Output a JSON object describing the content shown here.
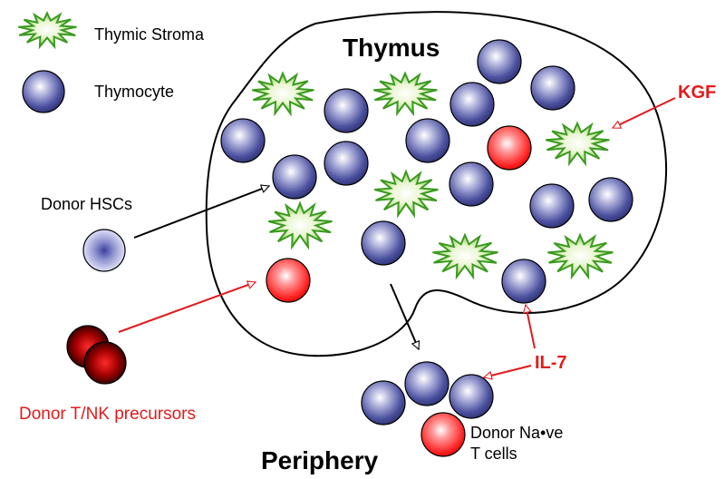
{
  "legend": {
    "stroma_label": "Thymic Stroma",
    "thymocyte_label": "Thymocyte"
  },
  "labels": {
    "thymus": "Thymus",
    "periphery": "Periphery",
    "kgf": "KGF",
    "il7": "IL-7",
    "donor_hscs": "Donor HSCs",
    "donor_tnk_precursors": "Donor T/NK precursors",
    "donor_naive_line1": "Donor Na•ve",
    "donor_naive_line2": "T cells"
  },
  "colors": {
    "thymocyte": "#3a3f9a",
    "stroma": "#3a9a1e",
    "donor_naive": "#ff2222",
    "precursor": "#8a0000",
    "red_text": "#e31a1c",
    "outline": "#000000"
  }
}
